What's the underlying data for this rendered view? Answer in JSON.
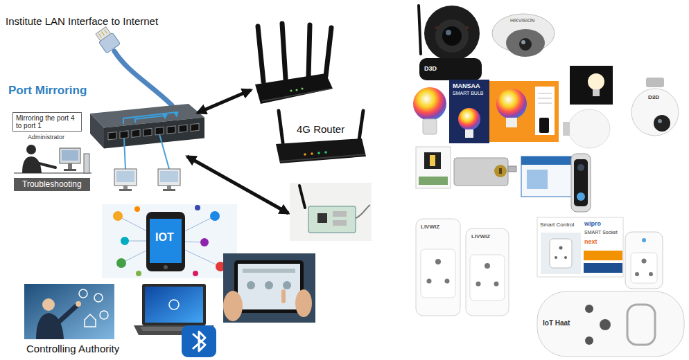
{
  "diagram": {
    "nodes": [
      {
        "text": [
          "Mirroring the port 4 to port 1"
        ]
      },
      {
        "text": [
          "Troubleshooting"
        ]
      }
    ],
    "labels": [
      "Institute LAN Interface to Internet",
      "Port Mirroring",
      "Administrator",
      "4G Router",
      "IOT",
      "Controlling Authority",
      "D3D",
      "HIKVISION",
      "MANSAA",
      "SMART BULB",
      "D3D",
      "LIVWIZ",
      "LIVWIZ",
      "Smart Control",
      "wipro",
      "SMART Socket",
      "next",
      "IoT Haat"
    ]
  }
}
